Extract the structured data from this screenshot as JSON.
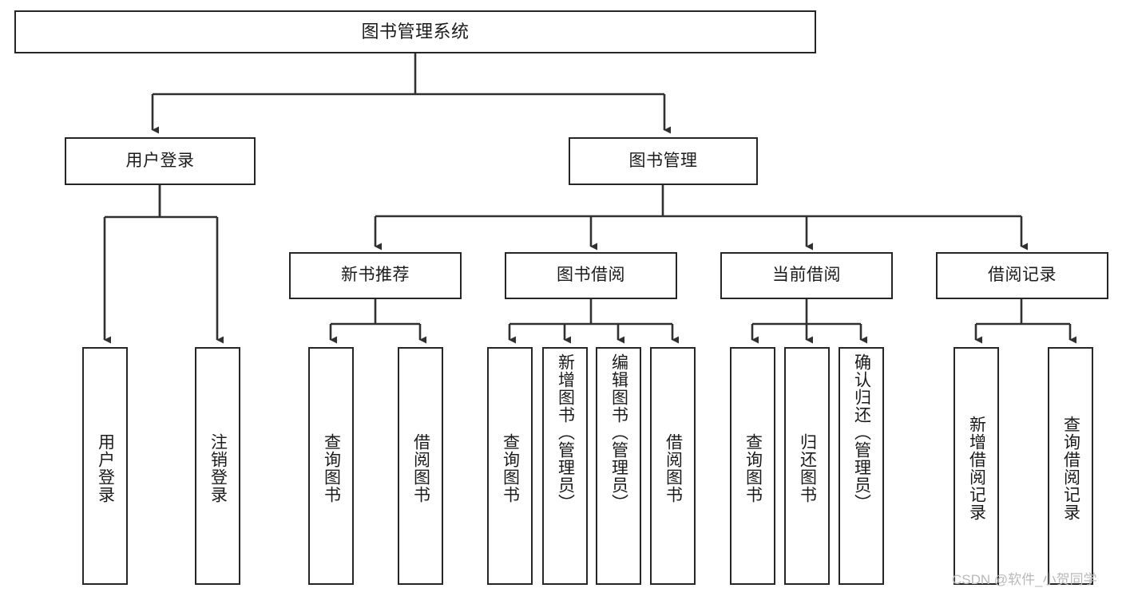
{
  "diagram": {
    "title": "图书管理系统",
    "type": "tree-hierarchy",
    "stroke_color": "#262626",
    "background_color": "#ffffff",
    "watermark": "CSDN @软件_小贺同学",
    "nodes": {
      "root": {
        "label": "图书管理系统"
      },
      "level2": [
        {
          "id": "user-login",
          "label": "用户登录"
        },
        {
          "id": "book-manage",
          "label": "图书管理"
        }
      ],
      "level3": [
        {
          "id": "new-book-recommend",
          "label": "新书推荐"
        },
        {
          "id": "book-borrow",
          "label": "图书借阅"
        },
        {
          "id": "current-borrow",
          "label": "当前借阅"
        },
        {
          "id": "borrow-record",
          "label": "借阅记录"
        }
      ],
      "leaves": {
        "user_login": [
          {
            "id": "leaf-user-login",
            "label": "用户登录"
          },
          {
            "id": "leaf-logout-login",
            "label": "注销登录"
          }
        ],
        "new_book_recommend": [
          {
            "id": "leaf-query-book-1",
            "label": "查询图书"
          },
          {
            "id": "leaf-borrow-book-1",
            "label": "借阅图书"
          }
        ],
        "book_borrow": [
          {
            "id": "leaf-query-book-2",
            "label": "查询图书"
          },
          {
            "id": "leaf-add-book",
            "label": "新增图书（管理员）"
          },
          {
            "id": "leaf-edit-book",
            "label": "编辑图书（管理员）"
          },
          {
            "id": "leaf-borrow-book-2",
            "label": "借阅图书"
          }
        ],
        "current_borrow": [
          {
            "id": "leaf-query-book-3",
            "label": "查询图书"
          },
          {
            "id": "leaf-return-book",
            "label": "归还图书"
          },
          {
            "id": "leaf-confirm-return",
            "label": "确认归还（管理员）"
          }
        ],
        "borrow_record": [
          {
            "id": "leaf-add-borrow-record",
            "label": "新增借阅记录"
          },
          {
            "id": "leaf-query-borrow-record",
            "label": "查询借阅记录"
          }
        ]
      }
    }
  }
}
